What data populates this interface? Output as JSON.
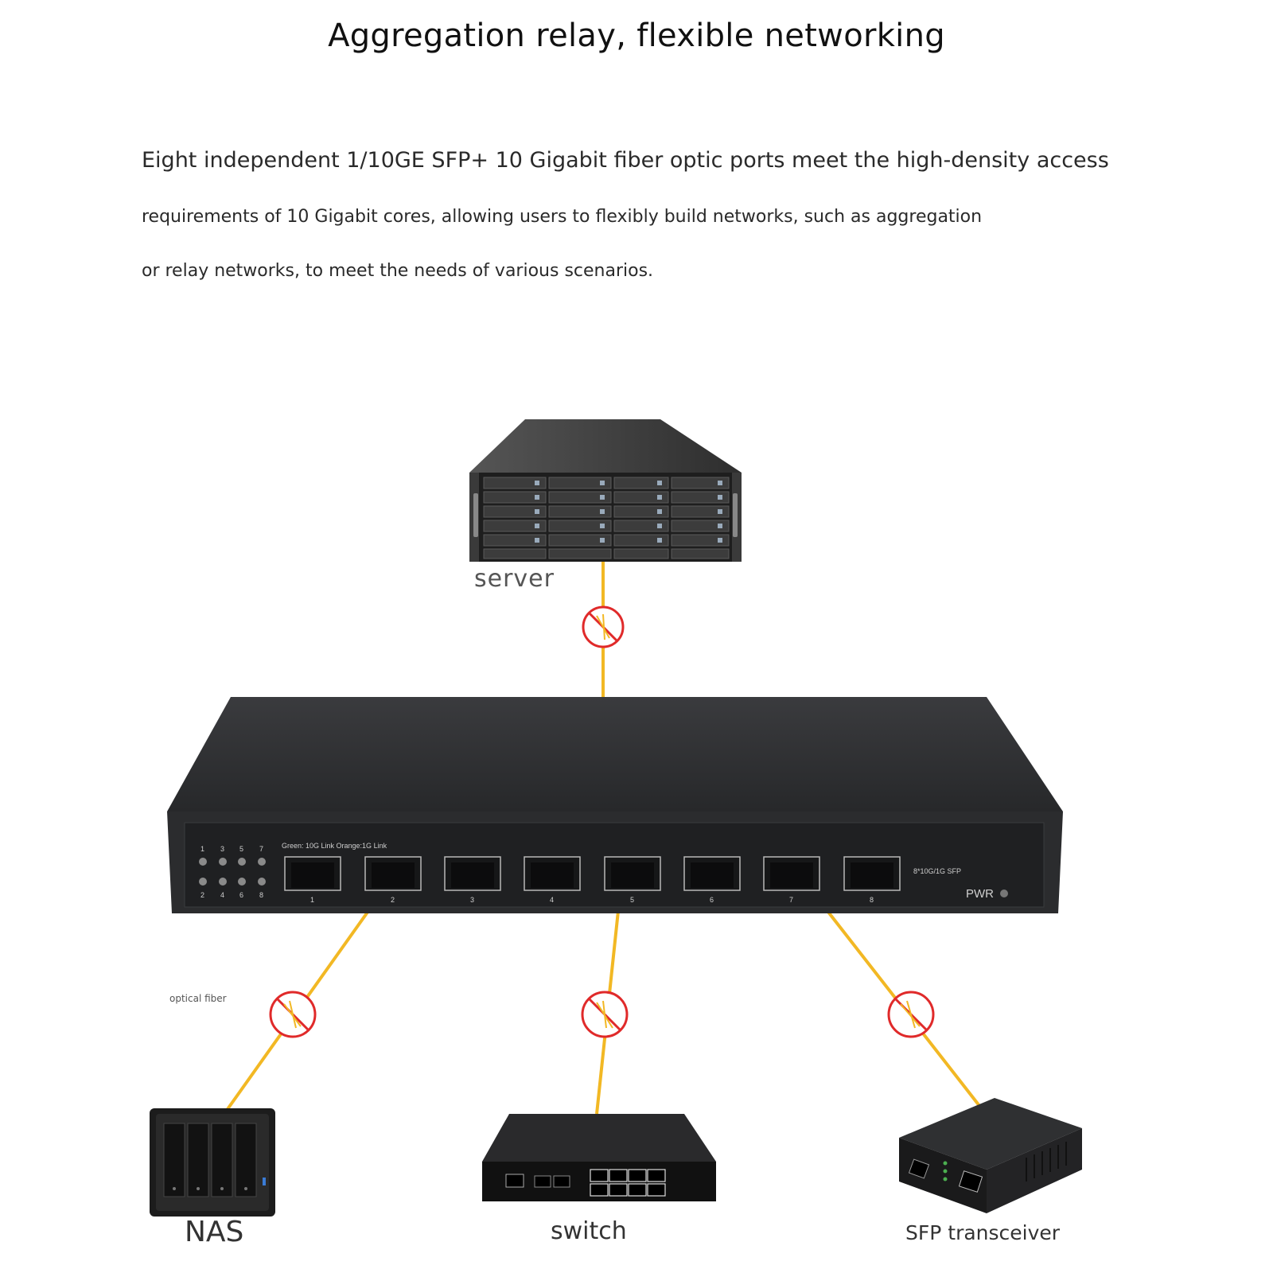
{
  "title": "Aggregation relay, flexible networking",
  "description": {
    "line1": "Eight independent 1/10GE SFP+ 10 Gigabit fiber optic ports meet the high-density access",
    "line2": "requirements of 10 Gigabit cores, allowing users to flexibly build networks, such as aggregation",
    "line3": "or relay networks, to meet the needs of various scenarios."
  },
  "labels": {
    "server": "server",
    "optical_fiber": "optical fiber",
    "nas": "NAS",
    "switch": "switch",
    "sfp_transceiver": "SFP transceiver"
  },
  "device_panel": {
    "legend": "Green: 10G Link  Orange:1G Link",
    "port_spec": "8*10G/1G SFP",
    "pwr": "PWR",
    "led_top": [
      "1",
      "3",
      "5",
      "7"
    ],
    "led_bottom": [
      "2",
      "4",
      "6",
      "8"
    ],
    "ports": [
      "1",
      "2",
      "3",
      "4",
      "5",
      "6",
      "7",
      "8"
    ]
  },
  "colors": {
    "fiber": "#f2b824",
    "no_sign": "#e02a2a",
    "device": "#2b2c2e"
  },
  "icons": [
    "no-entry-fiber-icon"
  ]
}
